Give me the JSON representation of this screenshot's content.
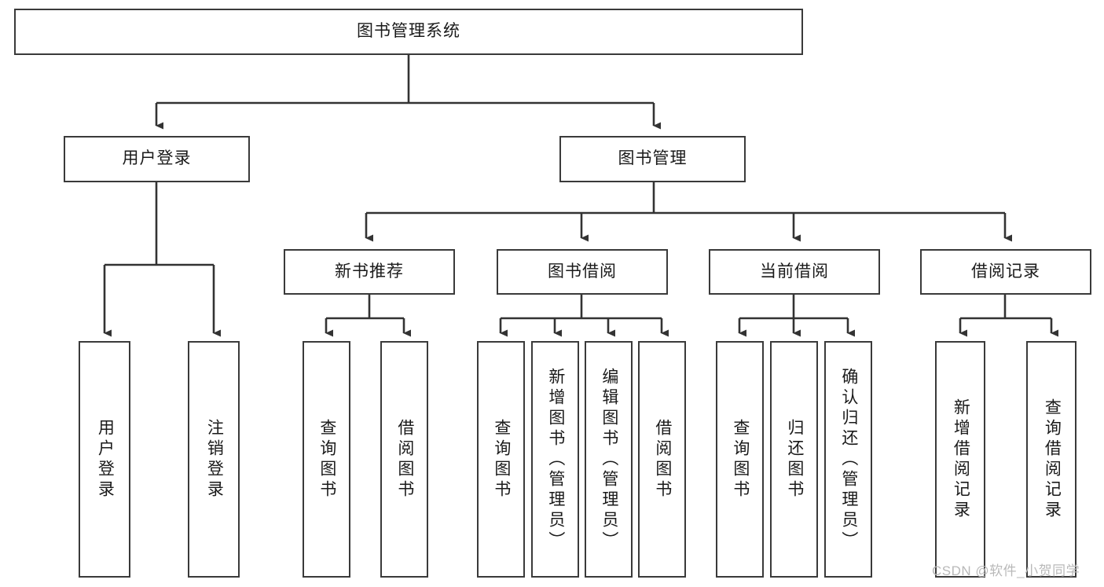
{
  "diagram": {
    "title": "图书管理系统",
    "type": "hierarchy-tree",
    "root": {
      "id": "root",
      "label": "图书管理系统",
      "orientation": "horizontal"
    },
    "level1": [
      {
        "id": "user-login",
        "label": "用户登录",
        "orientation": "horizontal"
      },
      {
        "id": "book-management",
        "label": "图书管理",
        "orientation": "horizontal"
      }
    ],
    "level2": [
      {
        "id": "new-book-recommend",
        "label": "新书推荐",
        "orientation": "horizontal",
        "parent": "book-management"
      },
      {
        "id": "book-borrow",
        "label": "图书借阅",
        "orientation": "horizontal",
        "parent": "book-management"
      },
      {
        "id": "current-borrow",
        "label": "当前借阅",
        "orientation": "horizontal",
        "parent": "book-management"
      },
      {
        "id": "borrow-record",
        "label": "借阅记录",
        "orientation": "horizontal",
        "parent": "book-management"
      }
    ],
    "leaves": [
      {
        "id": "leaf-user-login",
        "label": "用户登录",
        "parent": "user-login"
      },
      {
        "id": "leaf-logout-login",
        "label": "注销登录",
        "parent": "user-login"
      },
      {
        "id": "leaf-query-book-1",
        "label": "查询图书",
        "parent": "new-book-recommend"
      },
      {
        "id": "leaf-borrow-book-1",
        "label": "借阅图书",
        "parent": "new-book-recommend"
      },
      {
        "id": "leaf-query-book-2",
        "label": "查询图书",
        "parent": "book-borrow"
      },
      {
        "id": "leaf-add-book",
        "label": "新增图书（管理员）",
        "parent": "book-borrow"
      },
      {
        "id": "leaf-edit-book",
        "label": "编辑图书（管理员）",
        "parent": "book-borrow"
      },
      {
        "id": "leaf-borrow-book-2",
        "label": "借阅图书",
        "parent": "book-borrow"
      },
      {
        "id": "leaf-query-book-3",
        "label": "查询图书",
        "parent": "current-borrow"
      },
      {
        "id": "leaf-return-book",
        "label": "归还图书",
        "parent": "current-borrow"
      },
      {
        "id": "leaf-confirm-return",
        "label": "确认归还（管理员）",
        "parent": "current-borrow"
      },
      {
        "id": "leaf-add-record",
        "label": "新增借阅记录",
        "parent": "borrow-record"
      },
      {
        "id": "leaf-query-record",
        "label": "查询借阅记录",
        "parent": "borrow-record"
      }
    ],
    "colors": {
      "box_border": "#3a3a3a",
      "box_fill": "#ffffff",
      "connector": "#333333",
      "text": "#1a1a1a",
      "watermark": "#b9b9b9"
    }
  },
  "watermark": {
    "text": "CSDN @软件_小贺同学"
  }
}
